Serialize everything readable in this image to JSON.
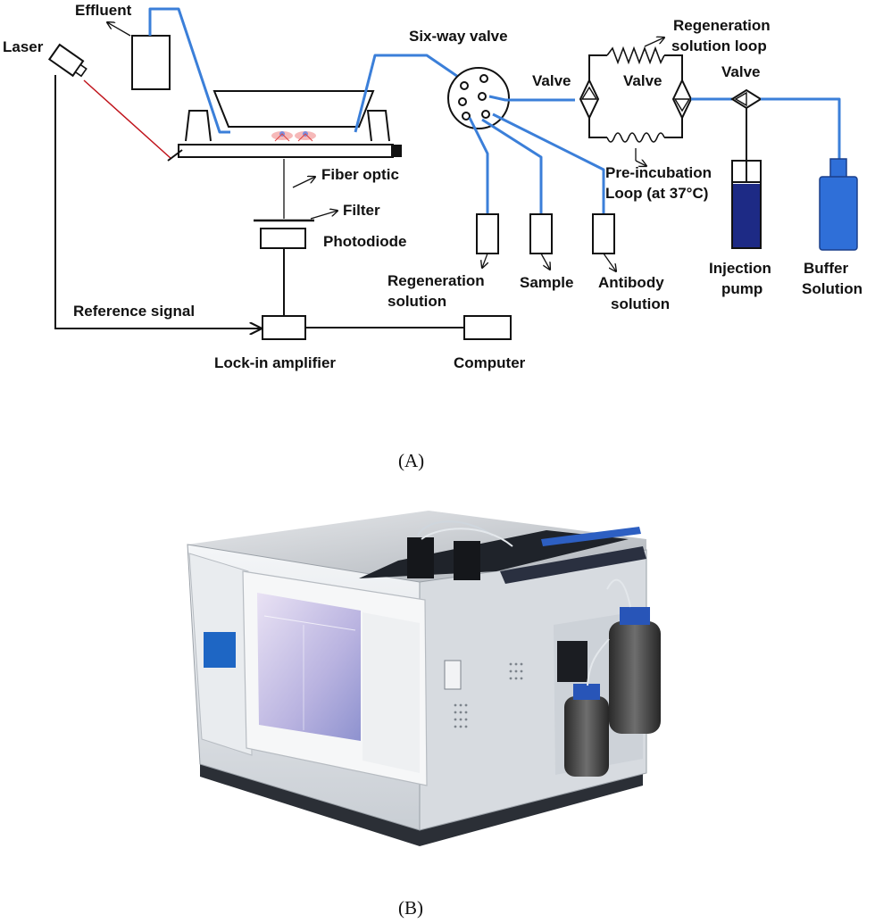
{
  "labels": {
    "effluent": "Effluent",
    "laser": "Laser",
    "six_way_valve": "Six-way valve",
    "regen_loop_1": "Regeneration",
    "regen_loop_2": "solution loop",
    "valve_1": "Valve",
    "valve_2": "Valve",
    "valve_3": "Valve",
    "fiber_optic": "Fiber optic",
    "filter": "Filter",
    "photodiode": "Photodiode",
    "pre_incubation_1": "Pre-incubation",
    "pre_incubation_2": "Loop (at 37°C)",
    "injection_pump_1": "Injection",
    "injection_pump_2": "pump",
    "buffer_solution_1": "Buffer",
    "buffer_solution_2": "Solution",
    "regeneration_solution_1": "Regeneration",
    "regeneration_solution_2": "solution",
    "sample": "Sample",
    "antibody_solution_1": "Antibody",
    "antibody_solution_2": "solution",
    "reference_signal": "Reference signal",
    "lock_in_amplifier": "Lock-in amplifier",
    "computer": "Computer"
  },
  "captions": {
    "a": "(A)",
    "b": "(B)"
  },
  "colors": {
    "tubing": "#3b7fd9",
    "laser_beam": "#c0141c",
    "injection_fluid": "#1d2a85",
    "buffer_bottle": "#2f6fd8"
  }
}
